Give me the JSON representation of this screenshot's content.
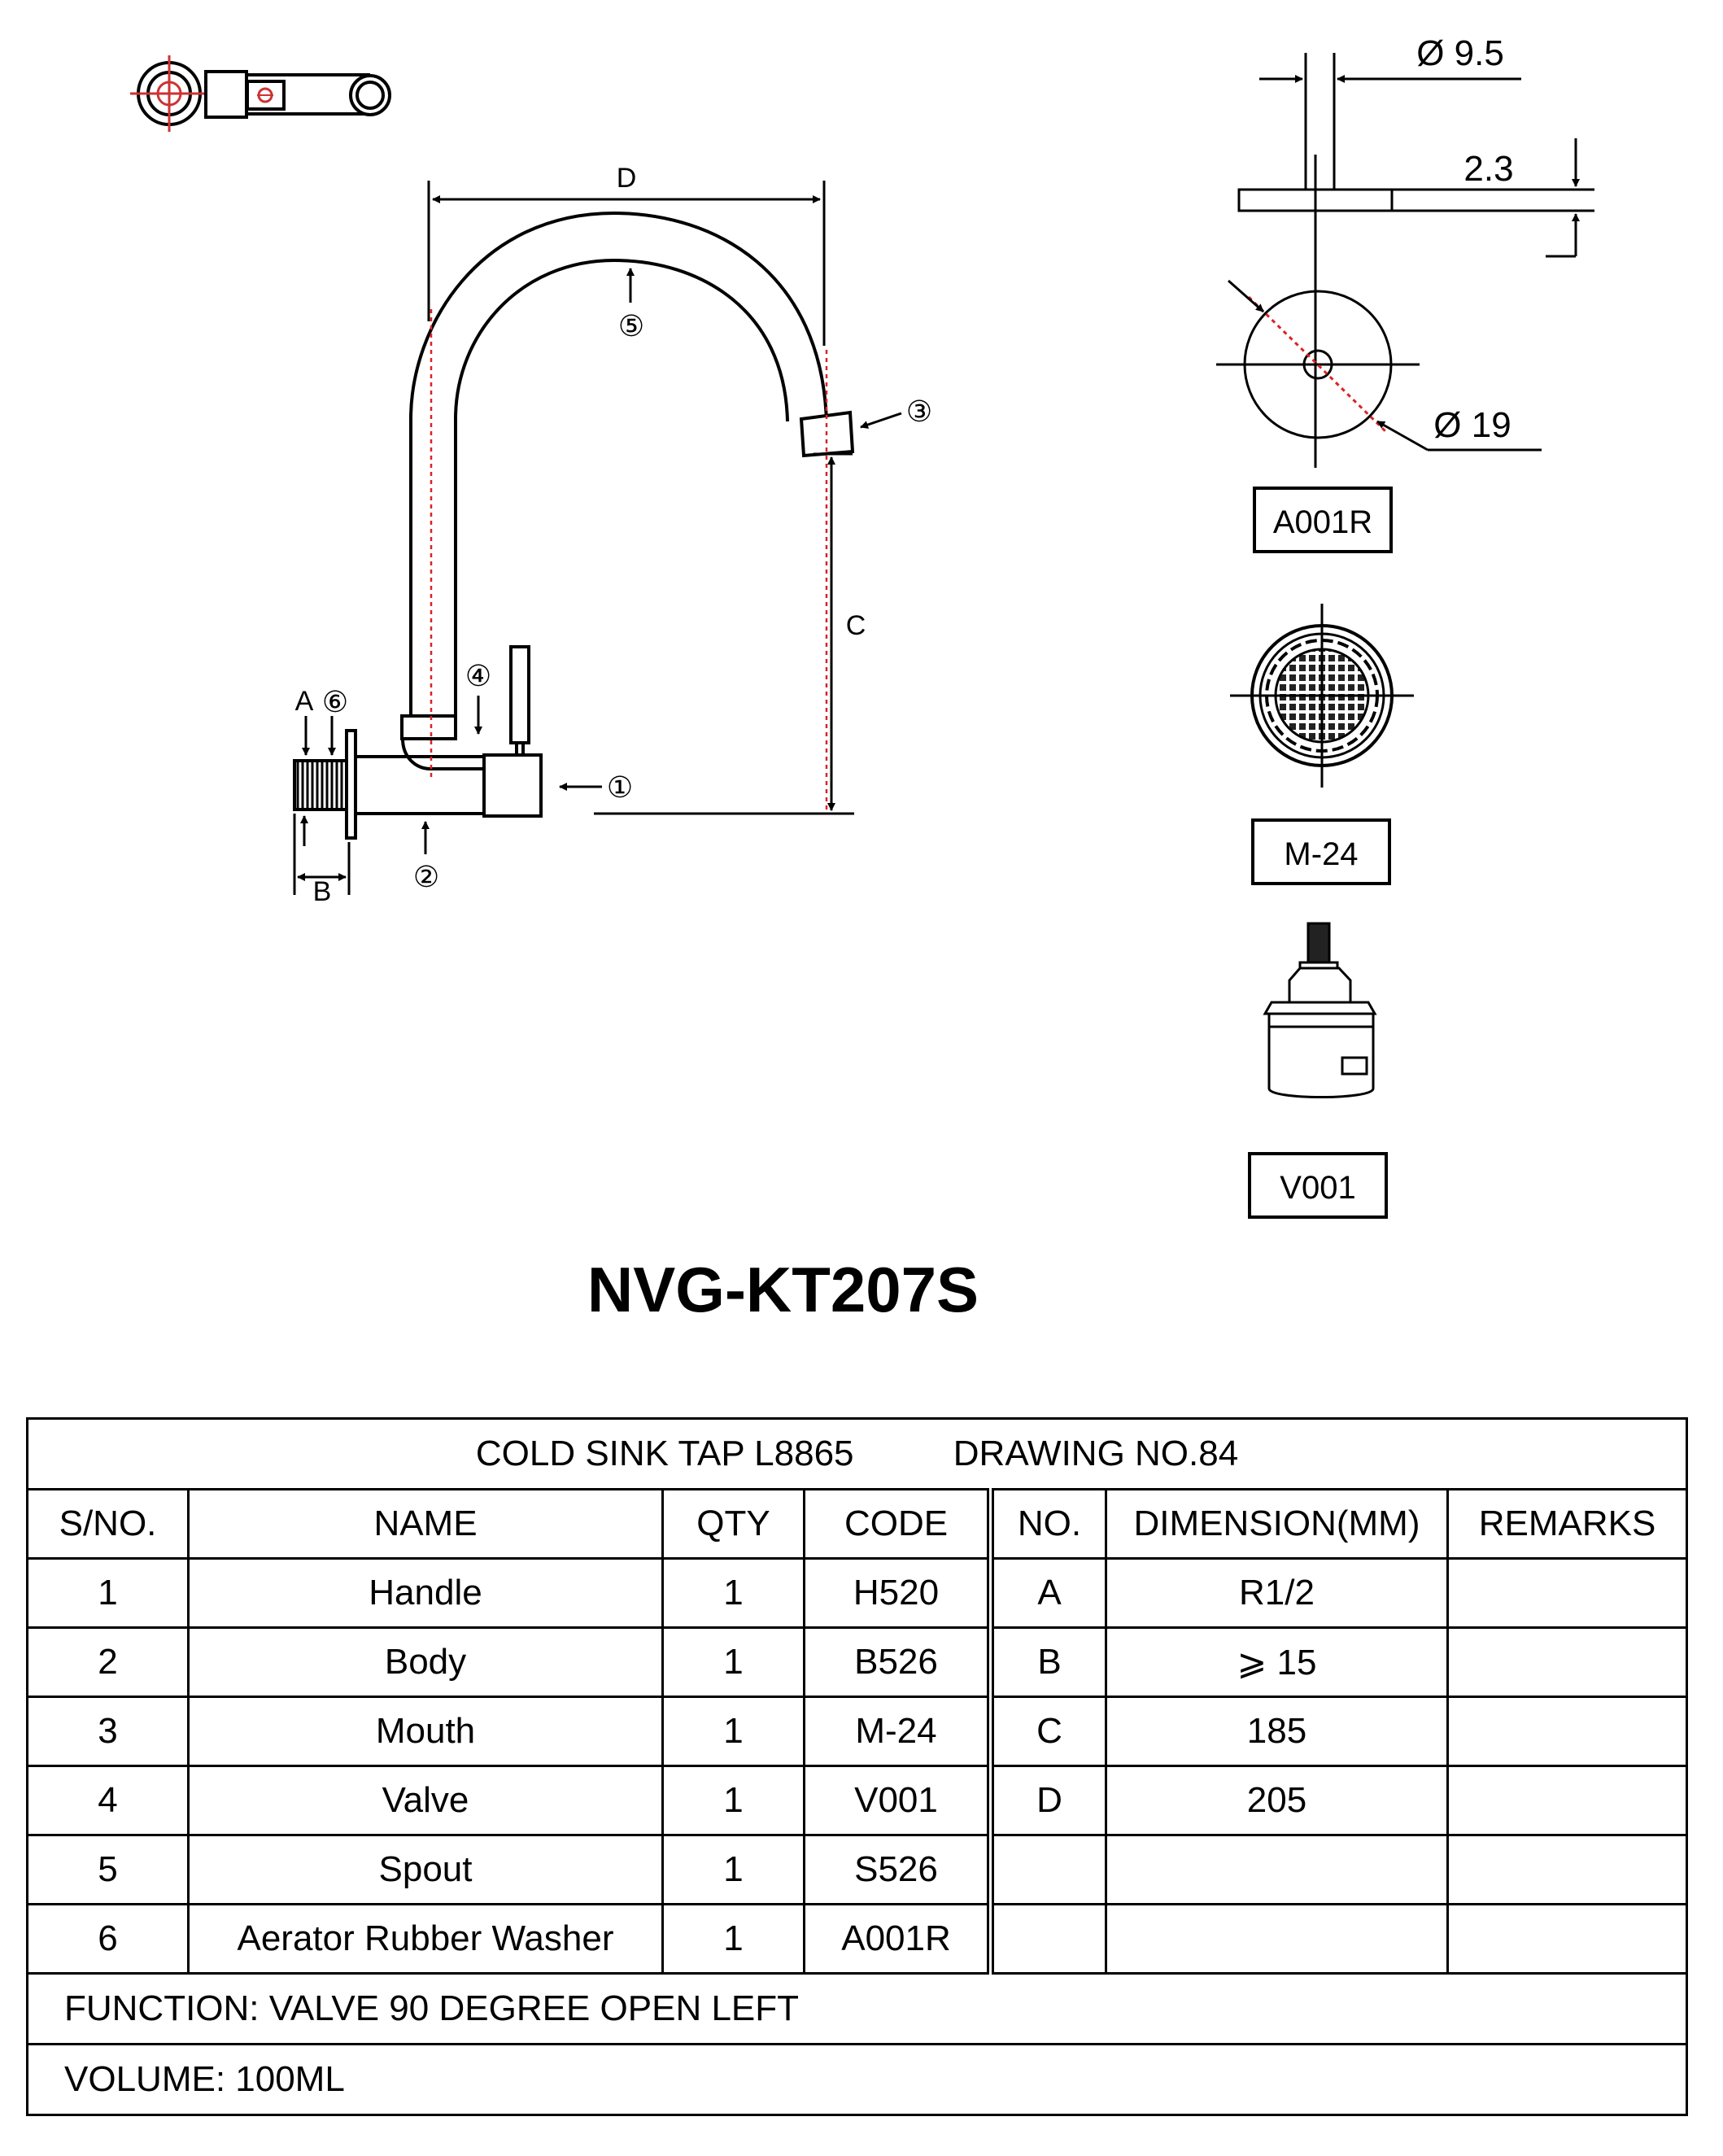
{
  "drawing": {
    "dimension_letters": {
      "a": "A",
      "b": "B",
      "c": "C",
      "d": "D"
    },
    "callouts": [
      "①",
      "②",
      "③",
      "④",
      "⑤",
      "⑥"
    ],
    "washer": {
      "dia_small": "Ø 9.5",
      "thickness": "2.3",
      "dia_large": "Ø 19",
      "label": "A001R"
    },
    "aerator": {
      "label": "M-24"
    },
    "valve_cartridge": {
      "label": "V001"
    }
  },
  "model": "NVG-KT207S",
  "table": {
    "caption": "COLD SINK TAP L8865          DRAWING NO.84",
    "headers": [
      "S/NO.",
      "NAME",
      "QTY",
      "CODE",
      "NO.",
      "DIMENSION(MM)",
      "REMARKS"
    ],
    "rows": [
      [
        "1",
        "Handle",
        "1",
        "H520",
        "A",
        "R1/2",
        ""
      ],
      [
        "2",
        "Body",
        "1",
        "B526",
        "B",
        "⩾ 15",
        ""
      ],
      [
        "3",
        "Mouth",
        "1",
        "M-24",
        "C",
        "185",
        ""
      ],
      [
        "4",
        "Valve",
        "1",
        "V001",
        "D",
        "205",
        ""
      ],
      [
        "5",
        "Spout",
        "1",
        "S526",
        "",
        "",
        ""
      ],
      [
        "6",
        "Aerator Rubber Washer",
        "1",
        "A001R",
        "",
        "",
        ""
      ]
    ],
    "function": "FUNCTION: VALVE 90 DEGREE OPEN LEFT",
    "volume": "VOLUME: 100ML"
  }
}
